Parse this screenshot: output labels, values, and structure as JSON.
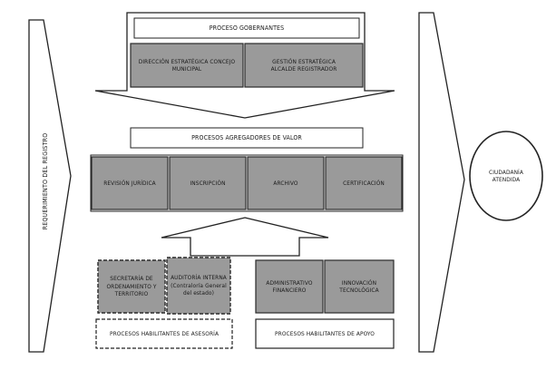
{
  "gobernantes": {
    "title": "PROCESO GOBERNANTES",
    "items": [
      "DIRECCIÓN ESTRATÉGICA CONCEJO MUNICIPAL",
      "GESTIÓN ESTRATÉGICA ALCALDE REGISTRADOR"
    ]
  },
  "agregadores": {
    "title": "PROCESOS AGREGADORES DE VALOR",
    "items": [
      "REVISIÓN JURÍDICA",
      "INSCRIPCIÓN",
      "ARCHIVO",
      "CERTIFICACIÓN"
    ]
  },
  "asesoria": {
    "title": "PROCESOS HABILITANTES DE ASESORÍA",
    "items": [
      "SECRETARÍA DE ORDENAMIENTO Y TERRITORIO",
      "AUDITORÍA INTERNA (Contraloría General del estado)"
    ]
  },
  "apoyo": {
    "title": "PROCESOS HABILITANTES DE APOYO",
    "items": [
      "ADMINISTRATIVO FINANCIERO",
      "INNOVACIÓN TECNOLÓGICA"
    ]
  },
  "input_label": "REQUERIMIENTO DEL REGISTRO",
  "output_label": "CIUDADANÍA ATENDIDA",
  "colors": {
    "box_fill": "#9a9a9a",
    "box_stroke": "#2a2a2a",
    "arrow_stroke": "#222222"
  }
}
